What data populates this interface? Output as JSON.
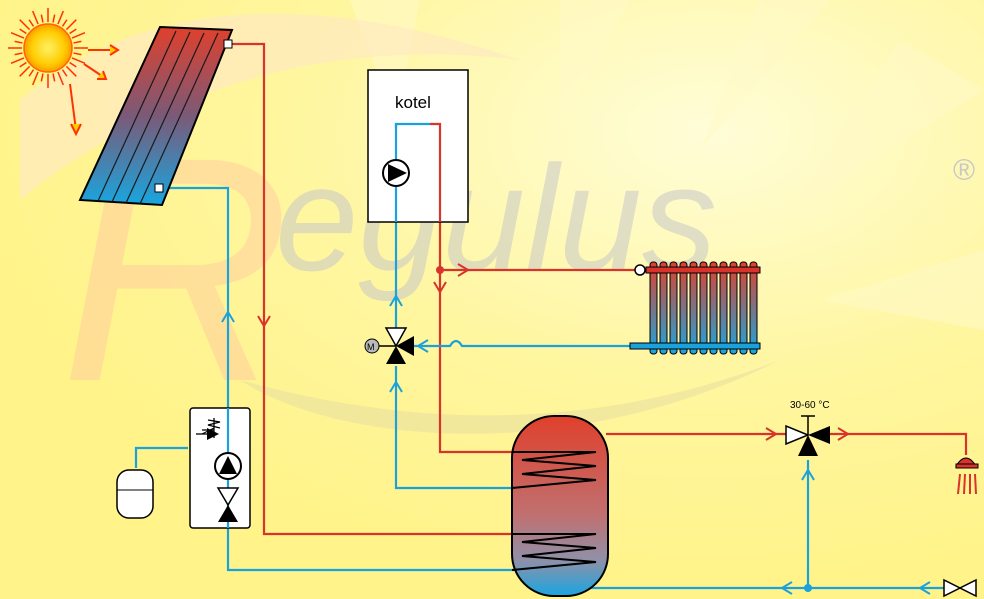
{
  "watermark": {
    "text": "egulus",
    "initial": "R",
    "registered": "®"
  },
  "boiler": {
    "label": "kotel"
  },
  "mixing_valve": {
    "motor_label": "M"
  },
  "thermostatic_valve": {
    "temp_label": "30-60 °C"
  },
  "colors": {
    "background": "#fff8a6",
    "hot": "#d9342b",
    "cold": "#1aa2dc",
    "watermark": "#c8c8c8",
    "sun": "#ffcc00",
    "sun_ray": "#ff3300"
  }
}
